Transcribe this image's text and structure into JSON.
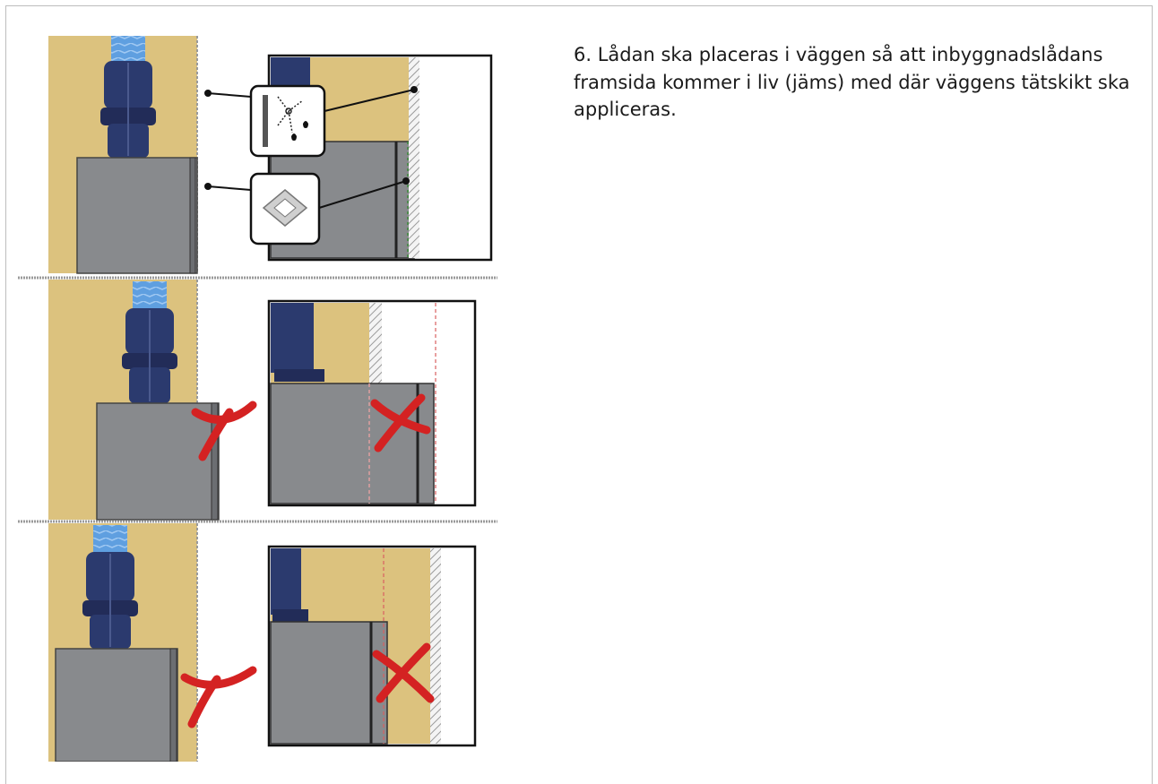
{
  "instruction": {
    "text": "6. Lådan ska placeras i väggen så att inbyggnadslådans framsida kommer i liv (jäms) med där väggens tätskikt ska appliceras."
  },
  "colors": {
    "wall": "#dcc27e",
    "box": "#888a8d",
    "hose_blue": "#5f9fe0",
    "fitting": "#2b3a6e",
    "cross": "#d42222",
    "page_border": "#bdbdbd"
  },
  "figure": {
    "panels": [
      {
        "state": "correct",
        "icons": [
          "membrane-icon",
          "sealing-collar-icon"
        ]
      },
      {
        "state": "incorrect-protruding",
        "mark": "red-cross"
      },
      {
        "state": "incorrect-recessed",
        "mark": "red-cross"
      }
    ]
  }
}
